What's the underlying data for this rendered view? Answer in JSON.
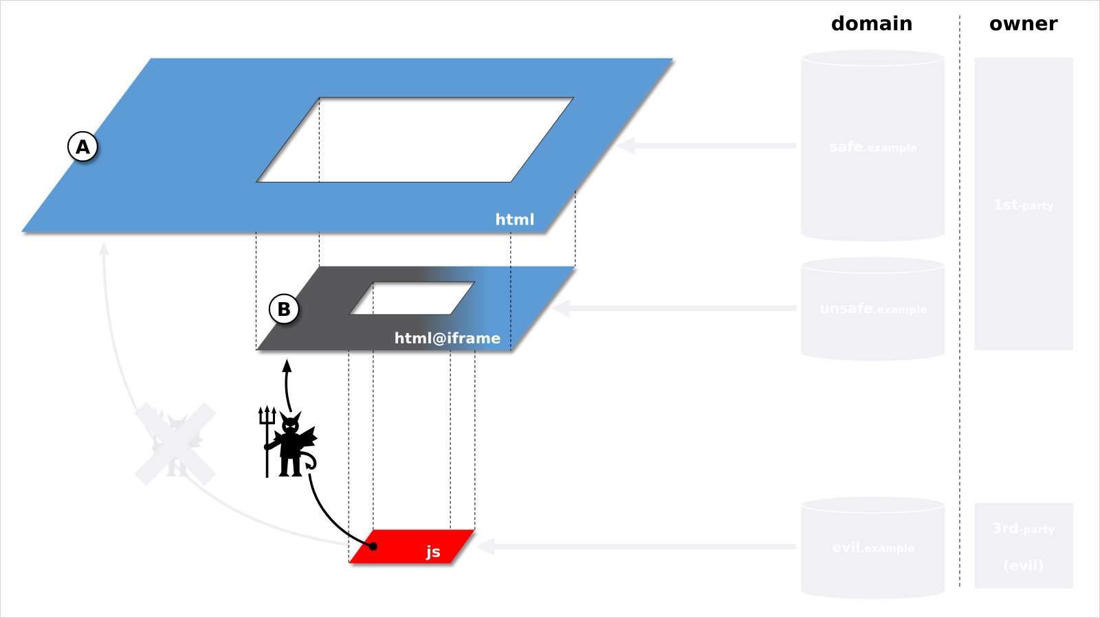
{
  "headers": {
    "domain": "domain",
    "owner": "owner"
  },
  "layers": {
    "html": {
      "badge": "A",
      "label": "html"
    },
    "iframe": {
      "badge": "B",
      "label": "html@iframe"
    },
    "js": {
      "label": "js"
    }
  },
  "domains": [
    {
      "main": "safe",
      "suffix": ".example"
    },
    {
      "main": "unsafe",
      "suffix": ".example"
    },
    {
      "main": "evil",
      "suffix": ".example"
    }
  ],
  "owners": [
    {
      "main": "1st",
      "suffix": "-party"
    },
    {
      "main": "3rd",
      "suffix": "-party",
      "note": "(evil)"
    }
  ],
  "icons": {
    "attacker": "devil-icon",
    "blocked_attacker": "devil-icon",
    "blocked_mark": "cross-icon"
  },
  "colors": {
    "page_bg": "#ffffff",
    "frame_border": "#d4d4d4",
    "html_blue": "#5b9bd5",
    "iframe_gray": "#58585a",
    "js_red": "#ff0000",
    "faded": "#f1f0f5",
    "faded_dark": "#e9e8ee",
    "label_text": "#ffffff",
    "ink": "#000000"
  }
}
